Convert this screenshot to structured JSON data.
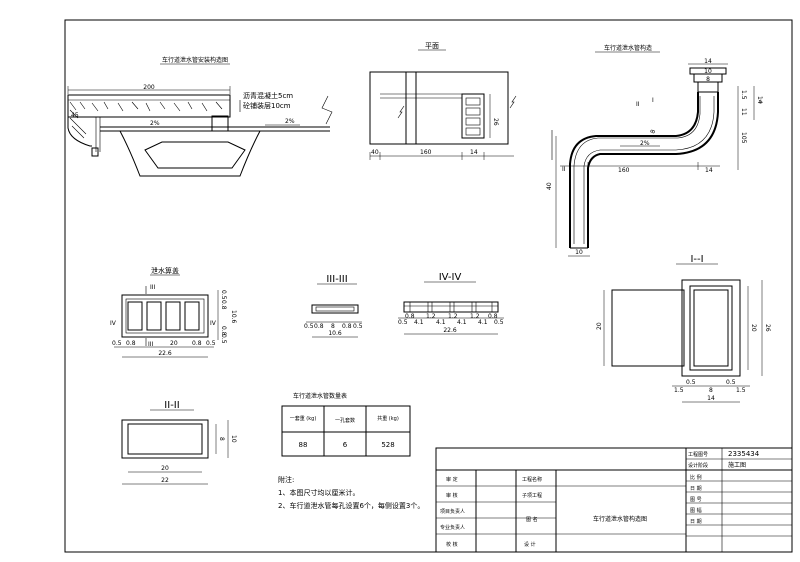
{
  "views": {
    "elevation": {
      "title": "车行道泄水管安装构造图",
      "dim_200": "200",
      "dim_45": "45",
      "slope_left": "2%",
      "slope_right": "2%",
      "note1": "沥青混凝土5cm",
      "note2": "砼铺装层10cm"
    },
    "plan": {
      "title": "平面",
      "dim_40": "40",
      "dim_160": "160",
      "dim_14": "14",
      "dim_26": "26"
    },
    "pipe": {
      "title": "车行道泄水管构造",
      "dim_14_top": "14",
      "dim_10_top": "10",
      "dim_8_top": "8",
      "dim_15": "1.5",
      "dim_11": "11",
      "dim_105": "105",
      "dim_14_right": "14",
      "dim_8_mid": "8",
      "slope": "2%",
      "dim_160": "160",
      "dim_14_bottom": "14",
      "dim_40": "40",
      "dim_10_bottom": "10",
      "label_I_left": "I",
      "label_I_right": "I",
      "label_II_top": "II",
      "label_II_bottom": "II"
    },
    "grate": {
      "title": "泄水箅盖",
      "label_III_top": "III",
      "label_III_bottom": "III",
      "label_IV_left": "IV",
      "label_IV_right": "IV",
      "dims_bottom": [
        "0.5",
        "0.8",
        "20",
        "0.8",
        "0.5"
      ],
      "dim_total": "22.6",
      "dims_right": [
        "0.5",
        "0.8",
        "10.6",
        "0.8",
        "0.5"
      ]
    },
    "section3": {
      "title": "III-III",
      "dims": [
        "0.5",
        "0.8",
        "8",
        "0.8",
        "0.5"
      ],
      "dim_total": "10.6"
    },
    "section4": {
      "title": "IV-IV",
      "dims": [
        "0.5",
        "0.8",
        "4.1",
        "1.2",
        "4.1",
        "1.2",
        "4.1",
        "1.2",
        "4.1",
        "0.8",
        "0.5"
      ],
      "dim_total": "22.6"
    },
    "section1": {
      "title": "I--I",
      "dim_20": "20",
      "dim_20_right": "20",
      "dim_26": "26",
      "dim_15_left": "1.5",
      "dim_05_left": "0.5",
      "dim_8": "8",
      "dim_05_right": "0.5",
      "dim_15_right": "1.5",
      "dim_14": "14"
    },
    "section2": {
      "title": "II-II",
      "dim_20": "20",
      "dim_22": "22",
      "dim_8": "8",
      "dim_10": "10"
    }
  },
  "quantity_table": {
    "title": "车行道泄水管数量表",
    "headers": [
      "一套重\n(kg)",
      "一孔套数",
      "共重\n(kg)"
    ],
    "row": [
      "88",
      "6",
      "528"
    ]
  },
  "notes": {
    "heading": "附注:",
    "items": [
      "1、本图尺寸均以厘米计。",
      "2、车行道泄水管每孔设置6个，每侧设置3个。"
    ]
  },
  "title_block": {
    "drawing_no_label": "工程图号",
    "drawing_no": "2335434",
    "category_label": "设计阶段",
    "category": "施工图",
    "rows_left": [
      "审  定",
      "审  核",
      "项目负责人",
      "专业负责人",
      "校  核"
    ],
    "project_label": "工程名称",
    "subproject_label": "子项工程",
    "drawing_name_label": "图  名",
    "drawing_name": "车行道泄水管构造图",
    "design_label": "设  计",
    "side_labels": [
      "比  例",
      "日  期",
      "图  号",
      "图  幅",
      "日  期"
    ]
  }
}
